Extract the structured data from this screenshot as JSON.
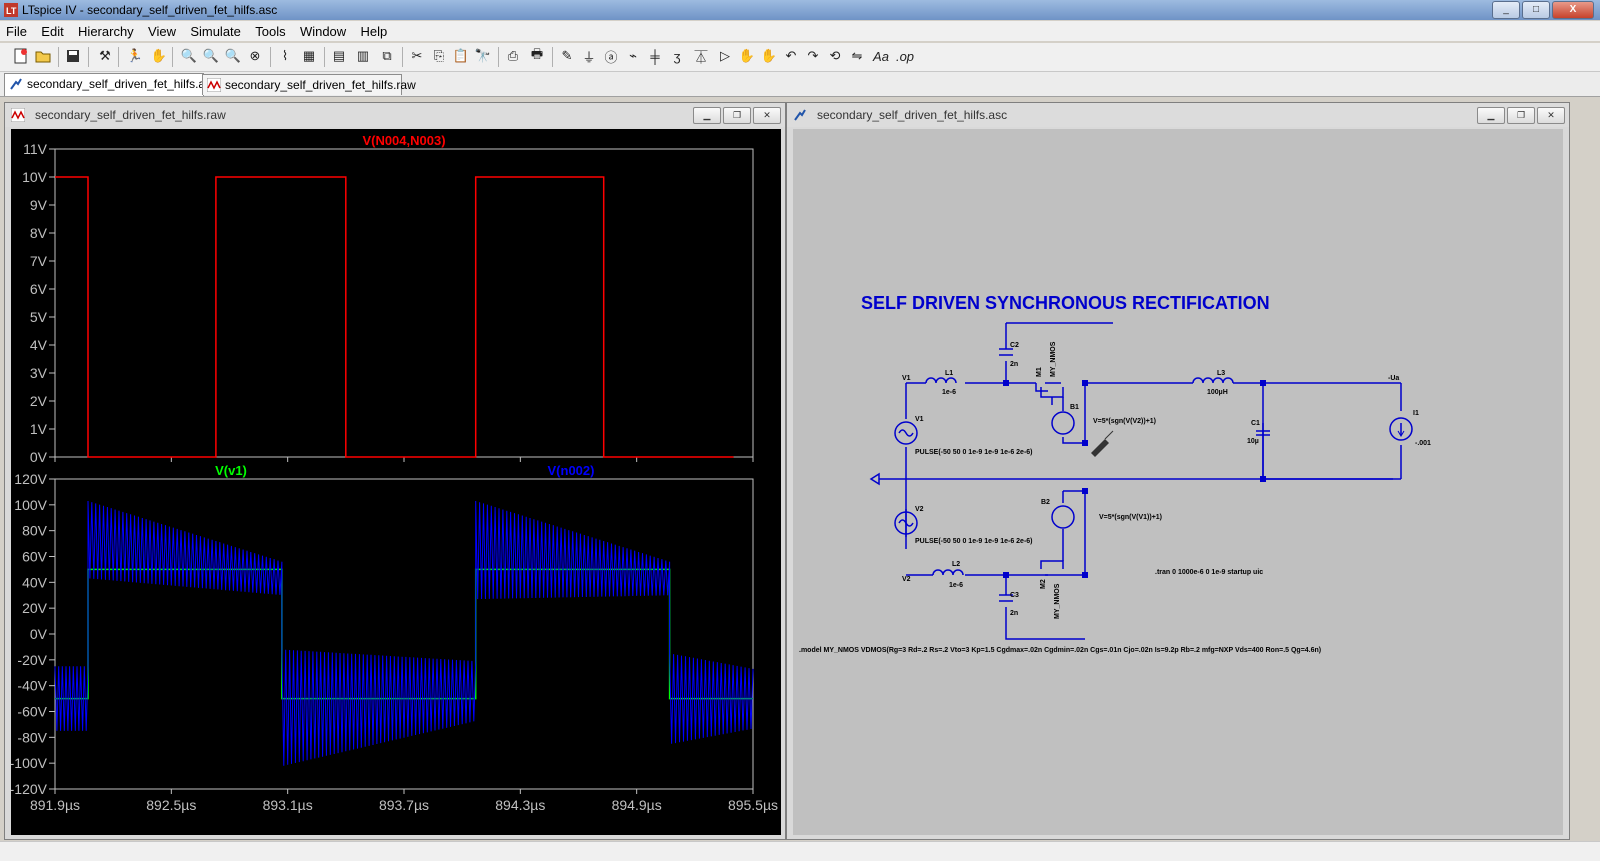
{
  "app": {
    "title": "LTspice IV - secondary_self_driven_fet_hilfs.asc",
    "window_buttons": {
      "min": "_",
      "max": "□",
      "close": "X"
    }
  },
  "menu": [
    "File",
    "Edit",
    "Hierarchy",
    "View",
    "Simulate",
    "Tools",
    "Window",
    "Help"
  ],
  "toolbar_icons": [
    "new-schematic-icon",
    "open-icon",
    "save-icon",
    "control-panel-icon",
    "run-icon",
    "halt-icon",
    "zoom-in-icon",
    "zoom-pan-icon",
    "zoom-out-icon",
    "zoom-fit-icon",
    "autorange-icon",
    "grid-icon",
    "tile-horizontal-icon",
    "tile-vertical-icon",
    "cascade-icon",
    "cut-icon",
    "copy-icon",
    "paste-icon",
    "find-icon",
    "print-setup-icon",
    "print-icon",
    "wire-icon",
    "ground-icon",
    "label-icon",
    "resistor-icon",
    "capacitor-icon",
    "inductor-icon",
    "diode-icon",
    "component-icon",
    "move-icon",
    "drag-icon",
    "undo-icon",
    "redo-icon",
    "rotate-icon",
    "mirror-icon",
    "text-icon",
    "spice-directive-icon"
  ],
  "tabs": [
    {
      "label": "secondary_self_driven_fet_hilfs.asc",
      "icon": "schematic-icon"
    },
    {
      "label": "secondary_self_driven_fet_hilfs.raw",
      "icon": "waveform-icon"
    }
  ],
  "waveform_window": {
    "title": "secondary_self_driven_fet_hilfs.raw"
  },
  "schematic_window": {
    "title": "secondary_self_driven_fet_hilfs.asc"
  },
  "colors": {
    "trace_red": "#ff0000",
    "trace_green": "#00ff00",
    "trace_blue": "#0000ff",
    "schematic_blue": "#0000cc",
    "plot_bg": "#000000",
    "sch_bg": "#c0c0c0"
  },
  "chart_data": [
    {
      "type": "line",
      "series": [
        {
          "name": "V(N004,N003)",
          "color": "#ff0000",
          "x": [
            891.9,
            892.07,
            892.07,
            892.73,
            892.73,
            893.4,
            893.4,
            894.07,
            894.07,
            894.73,
            894.73,
            895.4
          ],
          "y": [
            10,
            10,
            0,
            0,
            10,
            10,
            0,
            0,
            10,
            10,
            0,
            0
          ]
        }
      ],
      "x_ticks": [
        "891.9µs",
        "892.5µs",
        "893.1µs",
        "893.7µs",
        "894.3µs",
        "894.9µs",
        "895.5µs"
      ],
      "y_ticks": [
        "11V",
        "10V",
        "9V",
        "8V",
        "7V",
        "6V",
        "5V",
        "4V",
        "3V",
        "2V",
        "1V",
        "0V"
      ],
      "xlim": [
        891.9,
        895.5
      ],
      "ylim": [
        0,
        11
      ],
      "grid": false
    },
    {
      "type": "line",
      "series": [
        {
          "name": "V(v1)",
          "color": "#00ff00",
          "x": [
            891.9,
            892.07,
            892.07,
            893.07,
            893.07,
            894.07,
            894.07,
            895.07,
            895.07,
            895.5
          ],
          "y": [
            -50,
            -50,
            50,
            50,
            -50,
            -50,
            50,
            50,
            -50,
            -50
          ]
        },
        {
          "name": "V(n002)",
          "color": "#0000ff",
          "segments": [
            {
              "x0": 891.9,
              "x1": 892.07,
              "center0": -50,
              "center1": -50,
              "amp0": 25,
              "amp1": 25
            },
            {
              "x0": 892.07,
              "x1": 893.07,
              "center0": 73,
              "center1": 43,
              "amp0": 30,
              "amp1": 13
            },
            {
              "x0": 893.07,
              "x1": 894.07,
              "center0": -57,
              "center1": -44,
              "amp0": 45,
              "amp1": 23
            },
            {
              "x0": 894.07,
              "x1": 895.07,
              "center0": 65,
              "center1": 43,
              "amp0": 38,
              "amp1": 13
            },
            {
              "x0": 895.07,
              "x1": 895.5,
              "center0": -50,
              "center1": -50,
              "amp0": 35,
              "amp1": 23
            }
          ]
        }
      ],
      "x_ticks": [
        "891.9µs",
        "892.5µs",
        "893.1µs",
        "893.7µs",
        "894.3µs",
        "894.9µs",
        "895.5µs"
      ],
      "y_ticks": [
        "120V",
        "100V",
        "80V",
        "60V",
        "40V",
        "20V",
        "0V",
        "-20V",
        "-40V",
        "-60V",
        "-80V",
        "-100V",
        "-120V"
      ],
      "xlim": [
        891.9,
        895.5
      ],
      "ylim": [
        -120,
        120
      ],
      "grid": false
    }
  ],
  "schematic": {
    "heading": "SELF DRIVEN SYNCHRONOUS RECTIFICATION",
    "labels": {
      "v1_net": "V1",
      "l1": "L1",
      "l1_val": "1e-6",
      "c2": "C2",
      "c2_val": "2n",
      "m1": "M1",
      "m1_model": "MY_NMOS",
      "b1": "B1",
      "b1_expr": "V=5*(sgn(V(V2))+1)",
      "v1_src": "V1",
      "v1_pulse": "PULSE(-50 50 0 1e-9 1e-9 1e-6 2e-6)",
      "l3": "L3",
      "l3_val": "100µH",
      "c1": "C1",
      "c1_val": "10µ",
      "ua": "-Ua",
      "i1": "I1",
      "i1_val": "-.001",
      "b2": "B2",
      "b2_expr": "V=5*(sgn(V(V1))+1)",
      "v2_src": "V2",
      "v2_pulse": "PULSE(-50 50 0 1e-9 1e-9 1e-6 2e-6)",
      "v2_net": "V2",
      "l2": "L2",
      "l2_val": "1e-6",
      "c3": "C3",
      "c3_val": "2n",
      "m2": "M2",
      "m2_model": "MY_NMOS",
      "tran": ".tran 0 1000e-6 0 1e-9 startup uic",
      "model": ".model MY_NMOS VDMOS(Rg=3 Rd=.2 Rs=.2 Vto=3 Kp=1.5 Cgdmax=.02n Cgdmin=.02n Cgs=.01n Cjo=.02n Is=9.2p Rb=.2 mfg=NXP Vds=400 Ron=.5 Qg=4.6n)"
    }
  }
}
